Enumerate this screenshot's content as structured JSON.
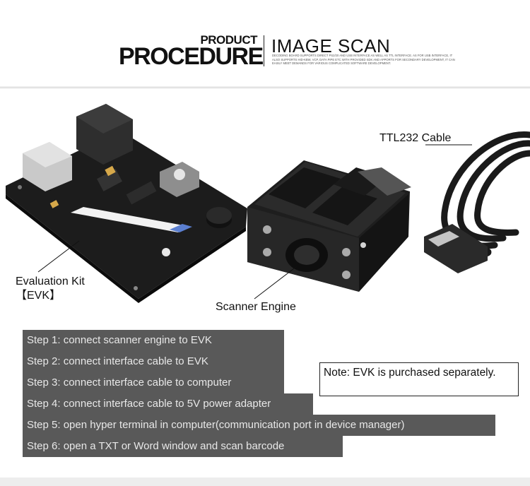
{
  "header": {
    "title_small": "PRODUCT",
    "title_big": "PROCEDURE",
    "subtitle": "IMAGE SCAN",
    "description": "DECODING BOARD SUPPORTS DIRECT PS2/20 AND USB INTERFACE AS WELL AS TTL INTERFACE. AS FOR USB INTERFACE, IT ALSO SUPPORTS HID-KBW, VCP, DATA PIPE ETC WITH PROVIDED SDK AND APPORTS FOR SECONDARY DEVELOPMENT, IT CAN EASILY MEET DEMANDS FOR VARIOUS COMPLICATED SOFTWARE DEVELOPMENT."
  },
  "labels": {
    "evk_line1": "Evaluation Kit",
    "evk_line2": "【EVK】",
    "scanner_engine": "Scanner Engine",
    "cable": "TTL232 Cable"
  },
  "steps": [
    "Step 1: connect scanner engine to EVK",
    "Step 2: connect interface cable to EVK",
    "Step 3: connect interface cable to computer",
    "Step 4: connect interface cable to 5V power adapter",
    "Step 5: open hyper terminal in computer(communication port in device manager)",
    "Step 6: open a TXT or Word window and scan barcode"
  ],
  "note": "Note: EVK is purchased separately."
}
